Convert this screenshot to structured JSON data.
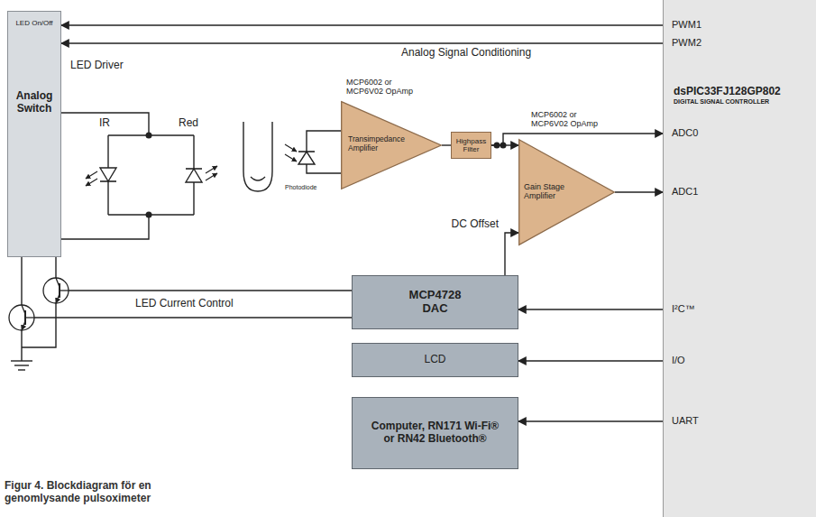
{
  "diagram": {
    "caption": "Figur 4. Blockdiagram för en genomlysande pulsoximeter",
    "nodes": [
      {
        "text": [
          "LED On/Off",
          "Analog Switch"
        ]
      },
      {
        "text": [
          "MCP6002 or MCP6V02 OpAmp",
          "Transimpedance Amplifier"
        ]
      },
      {
        "text": [
          "Highpass Filter"
        ]
      },
      {
        "text": [
          "MCP6002 or MCP6V02 OpAmp",
          "Gain Stage Amplifier"
        ]
      },
      {
        "text": [
          "MCP4728 DAC"
        ]
      },
      {
        "text": [
          "LCD"
        ]
      },
      {
        "text": [
          "Computer, RN171 Wi-Fi® or RN42 Bluetooth®"
        ]
      },
      {
        "text": [
          "dsPIC33FJ128GP802",
          "DIGITAL SIGNAL CONTROLLER"
        ]
      }
    ],
    "edges": [
      {
        "from": 7,
        "to": 0,
        "arrow": "to"
      },
      {
        "from": 7,
        "to": 0,
        "arrow": "to"
      },
      {
        "from": 1,
        "to": 2,
        "arrow": "none"
      },
      {
        "from": 2,
        "to": 3,
        "arrow": "to"
      },
      {
        "from": 2,
        "to": 7,
        "arrow": "to"
      },
      {
        "from": 3,
        "to": 7,
        "arrow": "to"
      },
      {
        "from": 4,
        "to": 3,
        "label": "DC Offset",
        "arrow": "to"
      },
      {
        "from": 7,
        "to": 4,
        "arrow": "to"
      },
      {
        "from": 7,
        "to": 5,
        "arrow": "to"
      },
      {
        "from": 7,
        "to": 6,
        "arrow": "to"
      }
    ],
    "labels": [
      "LED Driver",
      "Analog Signal Conditioning",
      "IR",
      "Red",
      "Photodiode",
      "LED Current Control",
      "PWM1",
      "PWM2",
      "ADC0",
      "ADC1",
      "I²C™",
      "I/O",
      "UART"
    ]
  }
}
